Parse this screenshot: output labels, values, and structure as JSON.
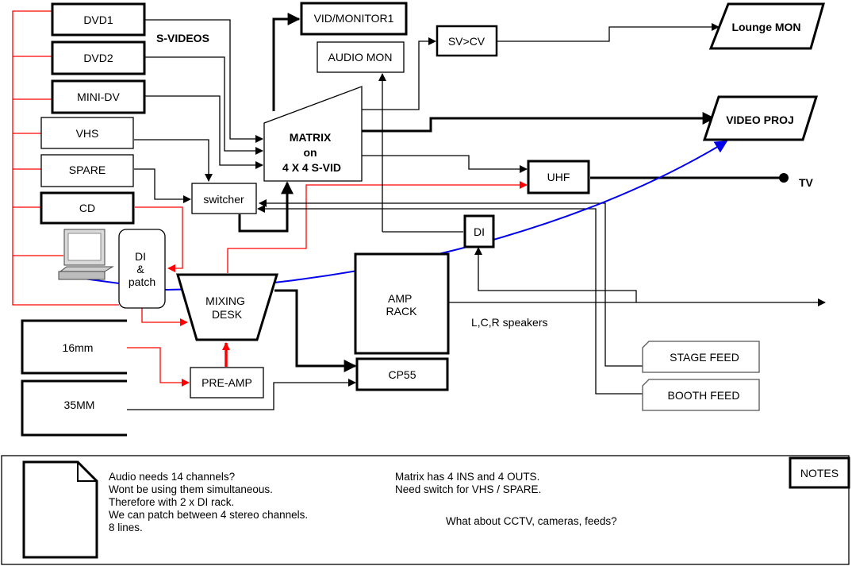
{
  "sources": {
    "dvd1": "DVD1",
    "dvd2": "DVD2",
    "minidv": "MINI-DV",
    "vhs": "VHS",
    "spare": "SPARE",
    "cd": "CD",
    "film16": "16mm",
    "film35": "35MM"
  },
  "labels": {
    "svideos": "S-VIDEOS",
    "speakers": "L,C,R speakers",
    "tv": "TV"
  },
  "blocks": {
    "vid_monitor": "VID/MONITOR1",
    "audio_mon": "AUDIO MON",
    "sv_cv": "SV>CV",
    "lounge_mon": "Lounge MON",
    "video_proj": "VIDEO PROJ",
    "matrix_lines": [
      "MATRIX",
      "on",
      "4 X 4 S-VID"
    ],
    "switcher": "switcher",
    "uhf": "UHF",
    "di": "DI",
    "di_patch_lines": [
      "DI",
      "&",
      "patch"
    ],
    "mixing_desk_lines": [
      "MIXING",
      "DESK"
    ],
    "amp_rack_lines": [
      "AMP",
      "RACK"
    ],
    "cp55": "CP55",
    "pre_amp": "PRE-AMP",
    "stage_feed": "STAGE FEED",
    "booth_feed": "BOOTH FEED"
  },
  "notes": {
    "title": "NOTES",
    "left_lines": [
      "Audio needs 14 channels?",
      "Wont be using them simultaneous.",
      "Therefore with 2 x DI rack.",
      "We can patch between 4 stereo channels.",
      "8 lines."
    ],
    "right_lines": [
      "Matrix has 4 INS and 4 OUTS.",
      "Need switch for VHS / SPARE."
    ],
    "question": "What about CCTV, cameras, feeds?"
  },
  "colors": {
    "audio_line": "#ff0000",
    "computer_line": "#0000ee",
    "stroke": "#000000"
  }
}
